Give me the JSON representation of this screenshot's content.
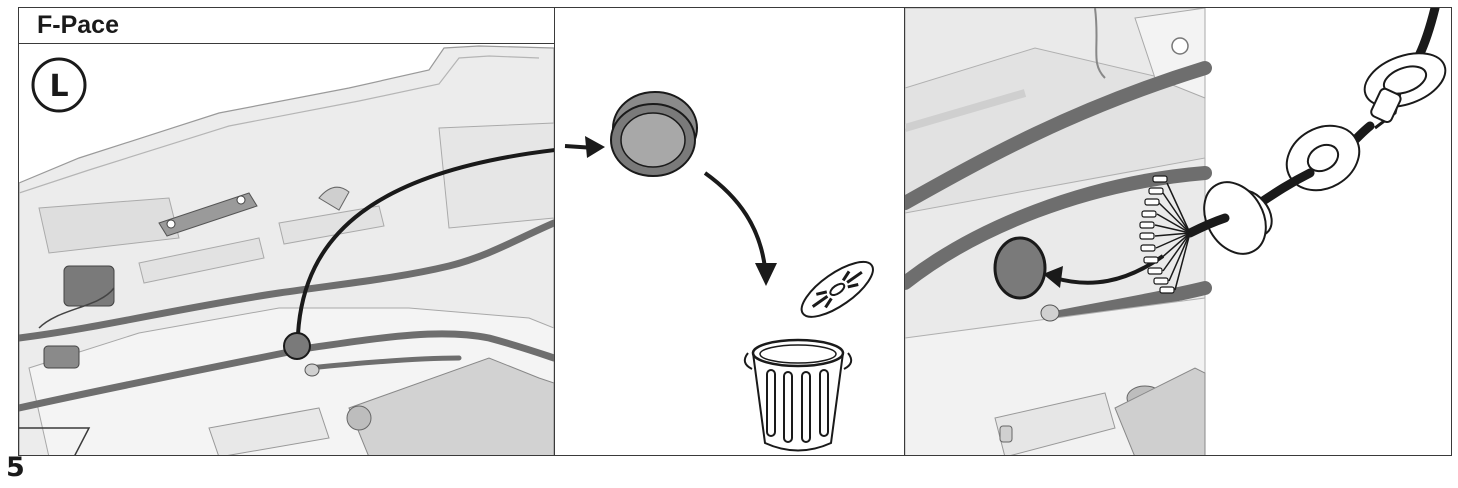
{
  "document": {
    "model_title": "F-Pace",
    "side_badge": "L",
    "step_number": "5"
  },
  "colors": {
    "line": "#1a1a1a",
    "panel_fill": "#ececec",
    "light_fill": "#f7f7f7",
    "cable": "#6e6e6e",
    "grommet": "#8a8a8a",
    "hole": "#7a7a7a"
  },
  "icons": [
    "side-l-badge-icon",
    "grommet-plug-icon",
    "trash-bin-icon",
    "wiring-harness-icon",
    "arrow-icon"
  ]
}
